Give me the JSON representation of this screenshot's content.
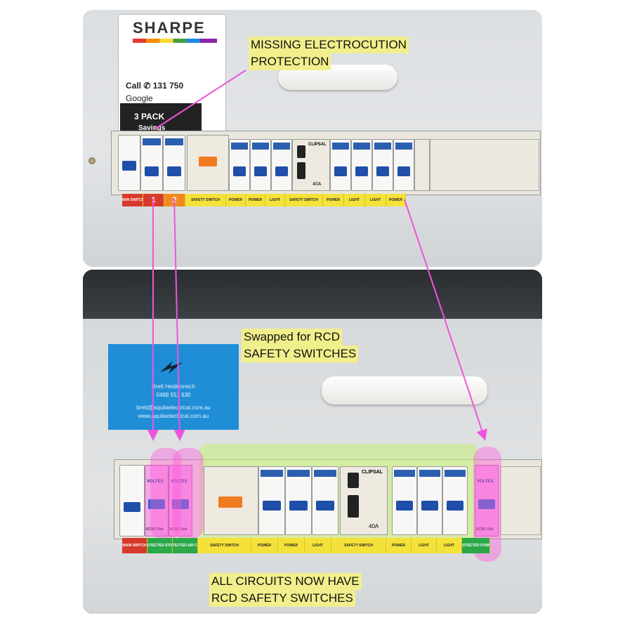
{
  "top_photo": {
    "sticker": {
      "brand": "SHARPE",
      "phone": "131 750",
      "call_label": "Call",
      "google_label": "Google",
      "promo_big": "3 PACK",
      "promo_small": "Savings"
    },
    "callout": {
      "line1": "MISSING ELECTROCUTION",
      "line2": "PROTECTION"
    },
    "rcd_brand": "CLIPSAL",
    "rating": "40A",
    "labels": [
      "MAIN SWITCH",
      "1",
      "2",
      "SAFETY SWITCH",
      "POWER",
      "POWER",
      "LIGHT",
      "SAFETY SWITCH",
      "POWER",
      "LIGHT",
      "LIGHT",
      "POWER"
    ]
  },
  "bottom_photo": {
    "callout_top": {
      "line1": "Swapped for RCD",
      "line2": "SAFETY SWITCHES"
    },
    "callout_bottom": {
      "line1": "ALL CIRCUITS NOW HAVE",
      "line2": "RCD SAFETY SWITCHES"
    },
    "card": {
      "name": "Brett Heidenreich",
      "phone": "0488 551 630",
      "email": "brett@aquilaelectrical.com.au",
      "web": "www.aquilaelectrical.com.au"
    },
    "rcbo_brand": "VOLTEX",
    "rcbo_rating": "RCBO 6kA",
    "rcd_brand": "CLIPSAL",
    "rating": "40A",
    "labels": [
      "MAIN SWITCH",
      "PROTECTED STOVE",
      "PROTECTED AIR COND",
      "SAFETY SWITCH",
      "POWER",
      "POWER",
      "LIGHT",
      "SAFETY SWITCH",
      "POWER",
      "LIGHT",
      "LIGHT",
      "PROTECTED POWER"
    ]
  },
  "colors": {
    "highlight_pink": "#ff5adc",
    "highlight_green": "#c4f078",
    "callout_bg": "#f1ef8c",
    "arrow": "#ee55dd"
  }
}
